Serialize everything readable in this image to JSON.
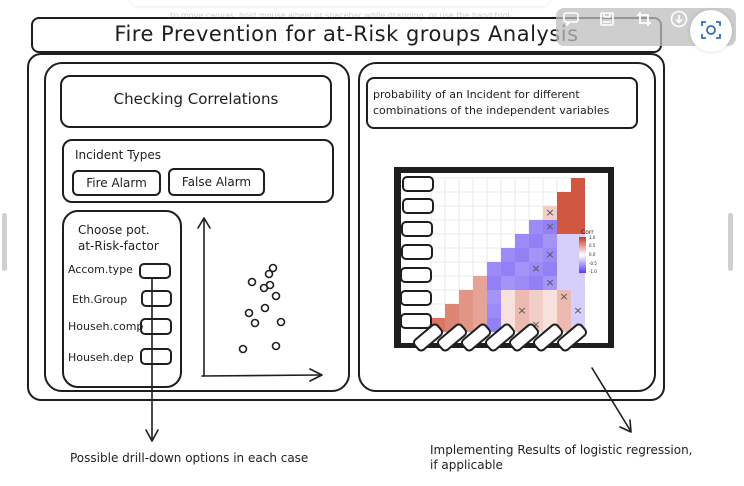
{
  "hint_text": "to move canvas, hold mouse wheel or spacebar while dragging, or use the hand tool",
  "title": "Fire Prevention for at-Risk groups Analysis",
  "left_panel": {
    "checking_correlations": "Checking Correlations",
    "incident_types_label": "Incident Types",
    "incident_types": [
      "Fire Alarm",
      "False Alarm"
    ],
    "factor_heading": "Choose pot.\nat-Risk-factor",
    "factors": [
      "Accom.type",
      "Eth.Group",
      "Househ.comp",
      "Househ.dep"
    ]
  },
  "right_panel": {
    "probability_text": "probability of an Incident for different\ncombinations of the independent variables",
    "heatmap_legend_title": "Corr",
    "heatmap_legend_ticks": [
      "1.0",
      "0.5",
      "0.0",
      "-0.5",
      "-1.0"
    ]
  },
  "annotations": {
    "drilldown": "Possible drill-down options in each case",
    "regression": "Implementing Results of logistic regression,\nif applicable"
  },
  "toolbar": {
    "icons": [
      "comment-icon",
      "save-icon",
      "crop-icon",
      "download-icon",
      "screenshot-icon"
    ]
  },
  "colors": {
    "stroke": "#1e1e1e",
    "heat_red": "#c83a1e",
    "heat_blue": "#5a3cf0"
  }
}
